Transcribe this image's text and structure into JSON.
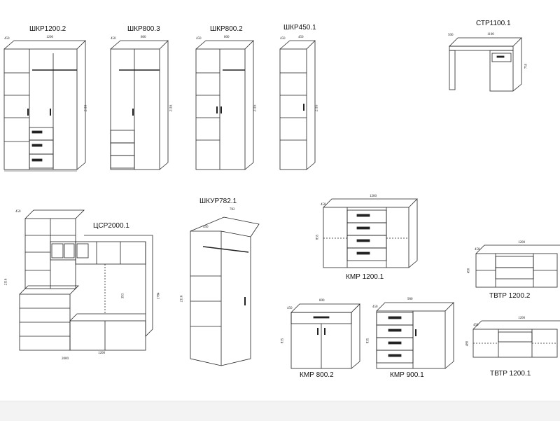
{
  "items": [
    {
      "label": "ШКР1200.2",
      "width": "1200",
      "depth": "450",
      "height": "2116"
    },
    {
      "label": "ШКР800.3",
      "width": "800",
      "depth": "450",
      "height": "2116"
    },
    {
      "label": "ШКР800.2",
      "width": "800",
      "depth": "450",
      "height": "2116"
    },
    {
      "label": "ШКР450.1",
      "width": "450",
      "depth": "450",
      "height": "2116"
    },
    {
      "label": "СТР1100.1",
      "width": "1100",
      "depth": "500",
      "height": "750"
    },
    {
      "label": "ЦСР2000.1",
      "width": "2000",
      "depth": "450",
      "height": "2116",
      "inner_height": "1784",
      "niche": "393",
      "module": "1200"
    },
    {
      "label": "ШКУР782.1",
      "width": "782",
      "depth": "450",
      "height": "2116"
    },
    {
      "label": "КМР 1200.1",
      "width": "1200",
      "depth": "450",
      "height": "835"
    },
    {
      "label": "ТВТР 1200.2",
      "width": "1200",
      "depth": "450",
      "height": "490"
    },
    {
      "label": "КМР 800.2",
      "width": "800",
      "depth": "450",
      "height": "835"
    },
    {
      "label": "КМР 900.1",
      "width": "900",
      "depth": "450",
      "height": "835"
    },
    {
      "label": "ТВТР 1200.1",
      "width": "1200",
      "depth": "450",
      "height": "480"
    }
  ]
}
